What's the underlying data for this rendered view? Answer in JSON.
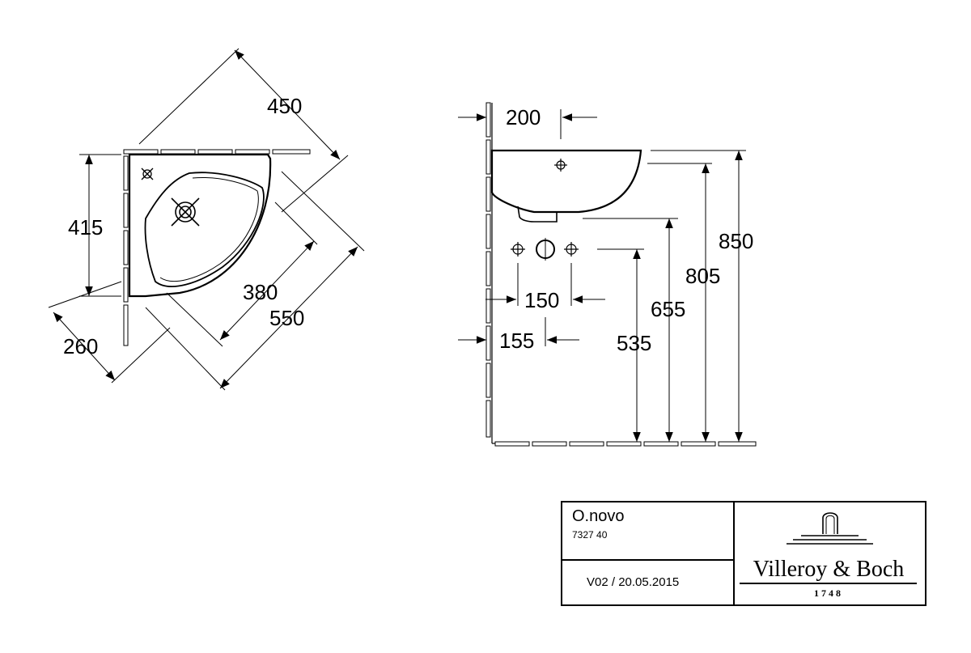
{
  "top_view": {
    "dimensions": {
      "diagonal_width": "450",
      "depth_side": "415",
      "basin_depth": "380",
      "overall_diagonal": "550",
      "corner_offset": "260"
    }
  },
  "side_view": {
    "dimensions": {
      "tap_hole_offset": "200",
      "fixing_spacing": "150",
      "wall_offset": "155",
      "waste_height": "535",
      "underside_height": "655",
      "bowl_height": "805",
      "top_height": "850"
    }
  },
  "title_block": {
    "product_name": "O.novo",
    "article_number": "7327 40",
    "version": "V02 / 20.05.2015",
    "brand": "Villeroy & Boch",
    "brand_year": "1748"
  }
}
